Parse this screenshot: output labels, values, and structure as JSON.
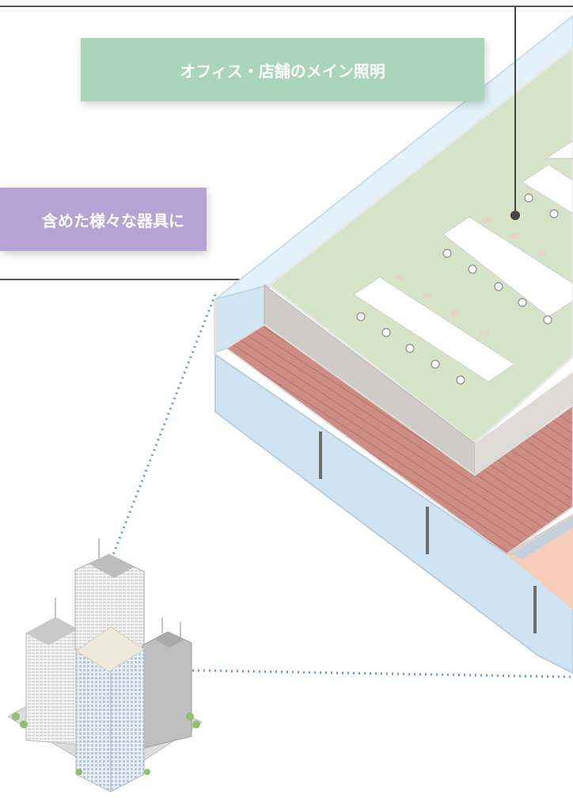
{
  "labels": {
    "main_lighting": "オフィス・店舗のメイン照明",
    "various_fixtures": "含めた様々な器具に"
  },
  "colors": {
    "main_lighting_bg": "#a9d5b9",
    "various_fixtures_bg": "#b4a3d3",
    "frame_line": "#555555",
    "connector_dots": "#5b9bd5",
    "floor_green": "#d5e4c7",
    "floor_terracotta": "#cc8d85",
    "glass_blue": "#cfe7f3",
    "shop_peach": "#f6cdb8"
  },
  "icons": [
    "office-floor-cutaway",
    "city-buildings-cluster",
    "callout-pin-icon"
  ]
}
